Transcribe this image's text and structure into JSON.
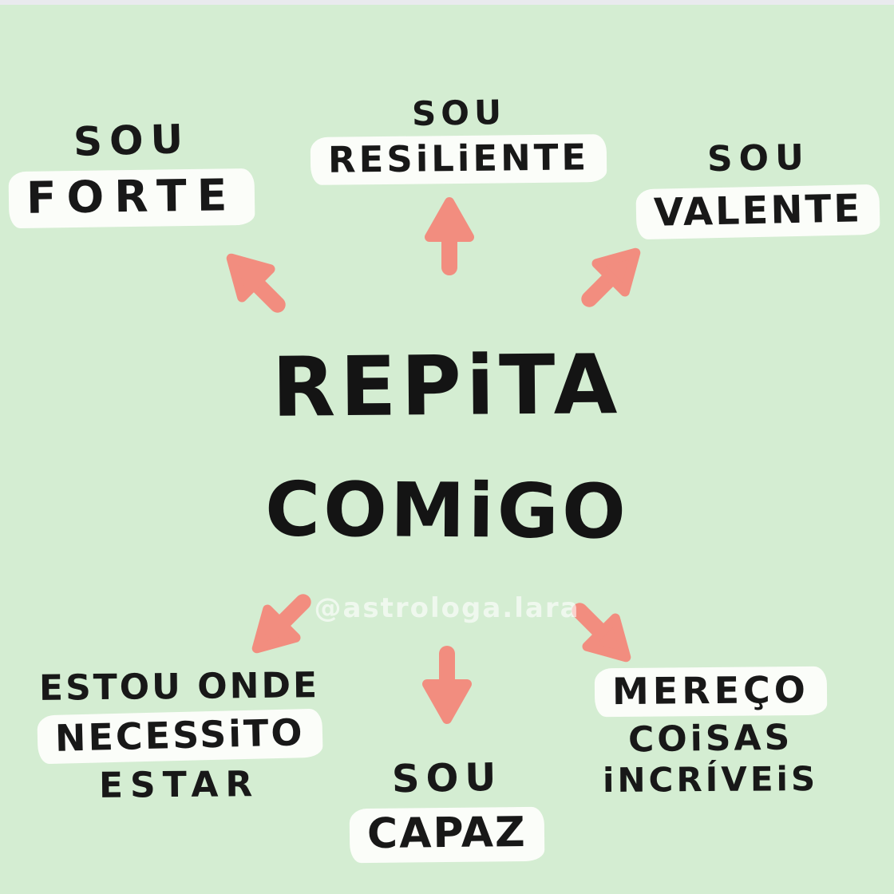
{
  "colors": {
    "background": "#d4edd2",
    "arrow_accent": "#f28d7f",
    "text": "#181818",
    "highlight_box": "#fbfdf9",
    "watermark_text": "rgba(255,255,255,0.62)",
    "top_strip": "#e9eaee"
  },
  "center_title": {
    "line1": "REPiTA",
    "line2": "COMiGO"
  },
  "watermark": "@astrologa.lara",
  "affirmations": [
    {
      "position": "top-left",
      "lines": [
        {
          "text": "SOU",
          "highlight": false
        },
        {
          "text": "FORTE",
          "highlight": true
        }
      ]
    },
    {
      "position": "top-center",
      "lines": [
        {
          "text": "SOU",
          "highlight": false
        },
        {
          "text": "RESiLiENTE",
          "highlight": true
        }
      ]
    },
    {
      "position": "top-right",
      "lines": [
        {
          "text": "SOU",
          "highlight": false
        },
        {
          "text": "VALENTE",
          "highlight": true
        }
      ]
    },
    {
      "position": "bottom-left",
      "lines": [
        {
          "text": "ESTOU ONDE",
          "highlight": false
        },
        {
          "text": "NECESSiTO",
          "highlight": true
        },
        {
          "text": "ESTAR",
          "highlight": false
        }
      ]
    },
    {
      "position": "bottom-center",
      "lines": [
        {
          "text": "SOU",
          "highlight": false
        },
        {
          "text": "CAPAZ",
          "highlight": true
        }
      ]
    },
    {
      "position": "bottom-right",
      "lines": [
        {
          "text": "MEREÇO",
          "highlight": true
        },
        {
          "text": "COiSAS",
          "highlight": false
        },
        {
          "text": "iNCRÍVEiS",
          "highlight": false
        }
      ]
    }
  ],
  "arrows": [
    {
      "direction": "up-left"
    },
    {
      "direction": "up"
    },
    {
      "direction": "up-right"
    },
    {
      "direction": "down-left"
    },
    {
      "direction": "down"
    },
    {
      "direction": "down-right"
    }
  ]
}
